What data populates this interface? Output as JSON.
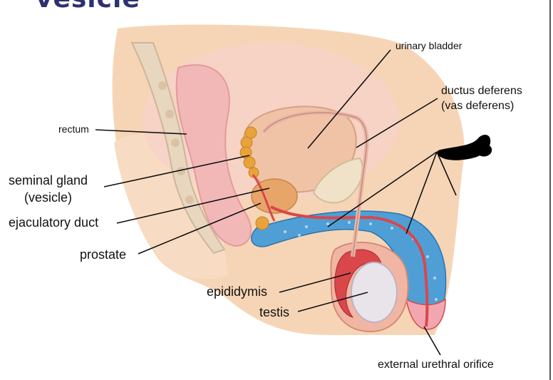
{
  "title": "vesicle",
  "labels": {
    "urinary_bladder": "urinary bladder",
    "ductus_deferens_1": "ductus deferens",
    "ductus_deferens_2": "(vas deferens)",
    "rectum": "rectum",
    "seminal_gland_1": "seminal gland",
    "seminal_gland_2": "(vesicle)",
    "ejaculatory_duct": "ejaculatory duct",
    "prostate": "prostate",
    "epididymis": "epididymis",
    "testis": "testis",
    "external_urethral_orifice": "external urethral orifice"
  },
  "colors": {
    "title": "#2d3170",
    "skin": "#f6d5b6",
    "rectum": "#f2b8b8",
    "bladder": "#f0c3a6",
    "seminal_gland": "#e8a33a",
    "ducts": "#d9474a",
    "erectile_tissue": "#4f9fd6",
    "testis": "#e8e4ea",
    "redaction": "#000000"
  }
}
